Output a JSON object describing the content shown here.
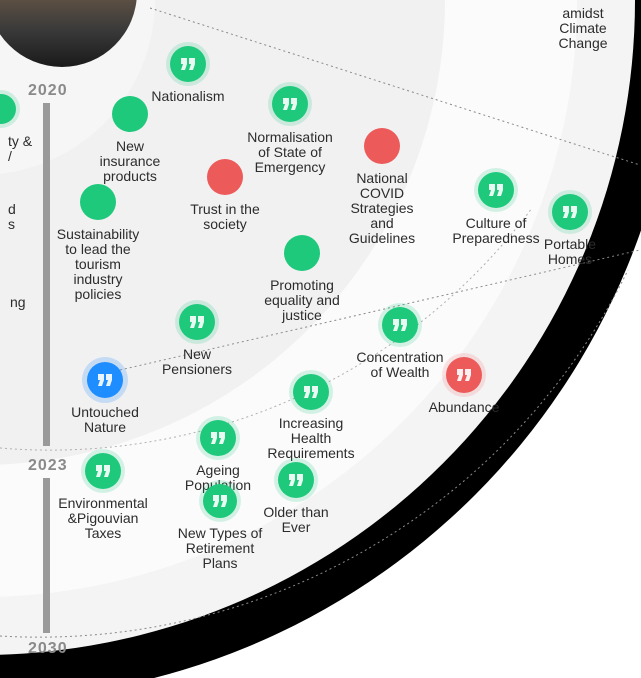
{
  "years": [
    "2020",
    "2023",
    "2030"
  ],
  "sector_title": "SOCIETY AND\nPOLITICS",
  "top_right_label": "amidst\nClimate\nChange",
  "partial_left_labels": [
    "ty &\n/",
    "d\ns",
    "ng"
  ],
  "colors": {
    "green": "#1ec97c",
    "red": "#ec5a5a",
    "blue": "#1e8dff",
    "ring_light": "#f4f4f4",
    "ring_lighter": "#fafafa",
    "black": "#000000",
    "timeline": "#9a9a9a"
  },
  "nodes": [
    {
      "label": "Nationalism",
      "color": "green",
      "icon": "quote-icon"
    },
    {
      "label": "New\ninsurance\nproducts",
      "color": "green",
      "icon": ""
    },
    {
      "label": "Normalisation\nof State of\nEmergency",
      "color": "green",
      "icon": "quote-icon"
    },
    {
      "label": "National\nCOVID\nStrategies\nand\nGuidelines",
      "color": "red",
      "icon": ""
    },
    {
      "label": "Trust in the\nsociety",
      "color": "red",
      "icon": ""
    },
    {
      "label": "Sustainability\nto lead the\ntourism\nindustry\npolicies",
      "color": "green",
      "icon": ""
    },
    {
      "label": "Culture of\nPreparedness",
      "color": "green",
      "icon": "quote-icon"
    },
    {
      "label": "Portable\nHomes",
      "color": "green",
      "icon": "quote-icon"
    },
    {
      "label": "Promoting\nequality and\njustice",
      "color": "green",
      "icon": ""
    },
    {
      "label": "New\nPensioners",
      "color": "green",
      "icon": "quote-icon"
    },
    {
      "label": "Concentration\nof Wealth",
      "color": "green",
      "icon": "quote-icon"
    },
    {
      "label": "Untouched\nNature",
      "color": "blue",
      "icon": "quote-icon"
    },
    {
      "label": "Abundance",
      "color": "red",
      "icon": "quote-icon"
    },
    {
      "label": "Increasing\nHealth\nRequirements",
      "color": "green",
      "icon": "quote-icon"
    },
    {
      "label": "Ageing\nPopulation",
      "color": "green",
      "icon": "quote-icon"
    },
    {
      "label": "Environmental\n&Pigouvian\nTaxes",
      "color": "green",
      "icon": "quote-icon"
    },
    {
      "label": "Older than\nEver",
      "color": "green",
      "icon": "quote-icon"
    },
    {
      "label": "New Types of\nRetirement\nPlans",
      "color": "green",
      "icon": "quote-icon"
    }
  ]
}
